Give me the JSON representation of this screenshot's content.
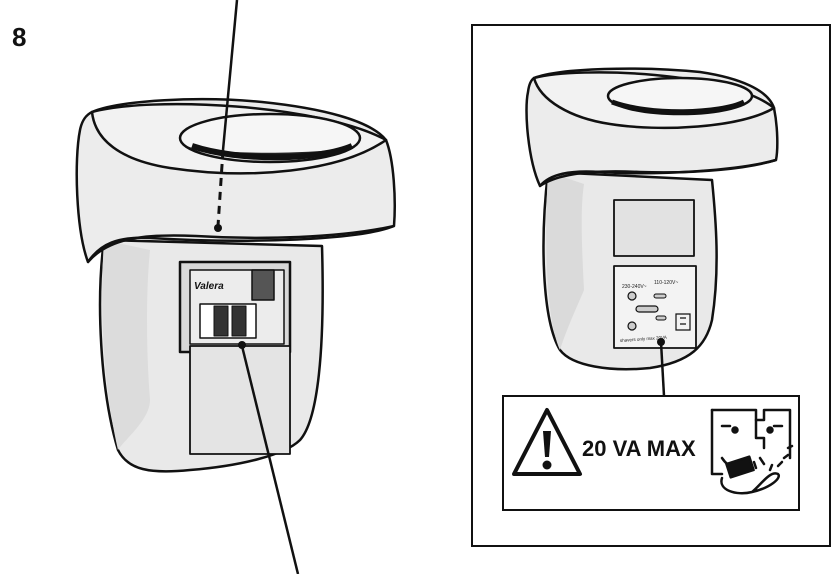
{
  "step": {
    "number": "8"
  },
  "left_figure": {
    "device_brand": "Valera"
  },
  "right_figure": {
    "socket_small_labels": {
      "left_top": "230-240V~",
      "right_top": "110-120V~",
      "bottom": "shavers only max 20VA"
    }
  },
  "warning_label": {
    "text": "20 VA MAX",
    "warning_icon": "warning-triangle-icon",
    "usage_icon": "shaver-face-icon"
  },
  "colors": {
    "device_fill": "#e9e9e9",
    "device_shade": "#d6d6d6",
    "outline": "#111111",
    "background": "#ffffff"
  }
}
